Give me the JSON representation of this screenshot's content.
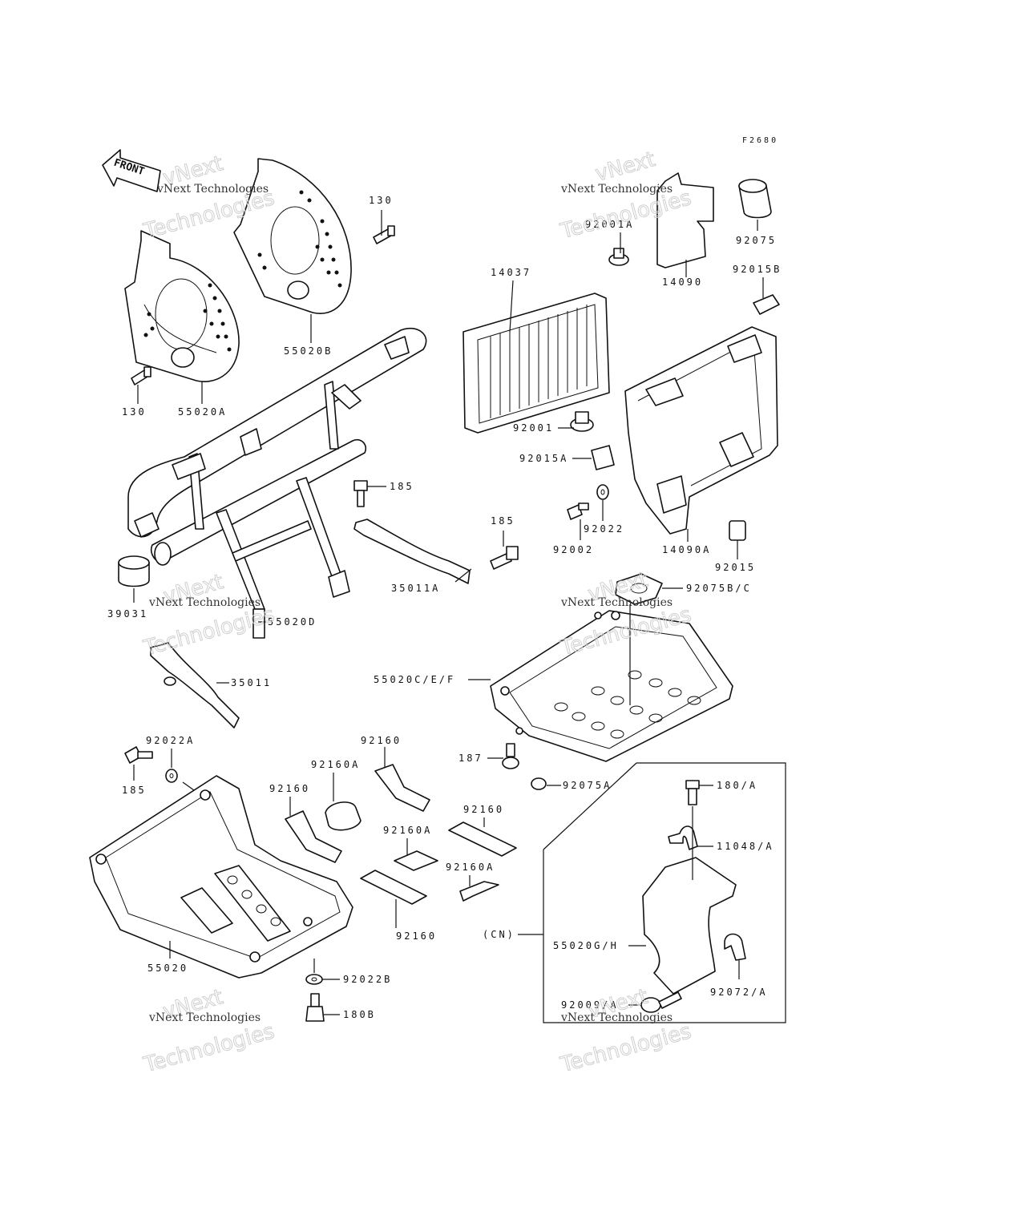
{
  "figure_code": "F2680",
  "front_label": "FRONT",
  "cn_label": "(CN)",
  "watermark": {
    "line1": "vNext Technologies",
    "line2": "Technologies",
    "line3": "vNext"
  },
  "labels": {
    "l130a": "130",
    "l130b": "130",
    "l55020A": "55020A",
    "l55020B": "55020B",
    "l14037": "14037",
    "l92001A": "92001A",
    "l14090": "14090",
    "l92075": "92075",
    "l92015B": "92015B",
    "l92001": "92001",
    "l92015A": "92015A",
    "l92022": "92022",
    "l92002": "92002",
    "l14090A": "14090A",
    "l92015": "92015",
    "l185a": "185",
    "l185b": "185",
    "l185c": "185",
    "l35011A": "35011A",
    "l39031": "39031",
    "l55020D": "55020D",
    "l35011": "35011",
    "l92075BC": "92075B/C",
    "l55020CEF": "55020C/E/F",
    "l187": "187",
    "l92075A": "92075A",
    "l92022A": "92022A",
    "l92160a": "92160",
    "l92160Aa": "92160A",
    "l92160b": "92160",
    "l92160c": "92160",
    "l92160Ab": "92160A",
    "l92160Ac": "92160A",
    "l92160d": "92160",
    "l55020": "55020",
    "l92022B": "92022B",
    "l180B": "180B",
    "l180A": "180/A",
    "l11048A": "11048/A",
    "l55020GH": "55020G/H",
    "l92072A": "92072/A",
    "l92009A": "92009/A"
  }
}
